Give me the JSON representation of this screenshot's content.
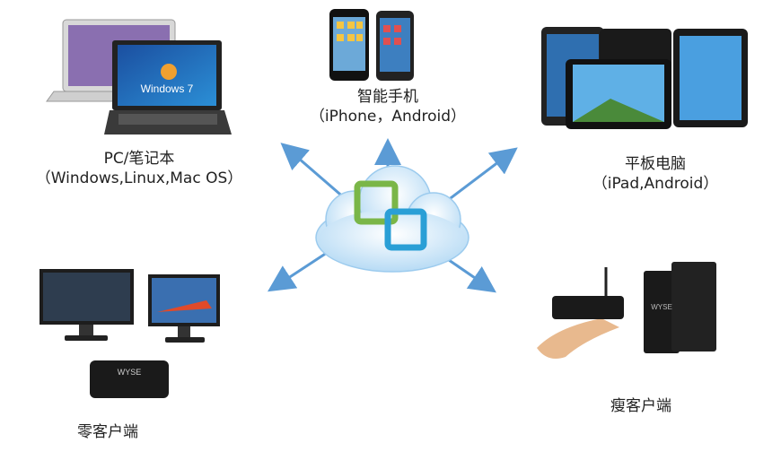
{
  "center": {
    "icon": "cloud-vmware-icon"
  },
  "devices": {
    "pc": {
      "line1": "PC/笔记本",
      "line2": "（Windows,Linux,Mac OS）",
      "screen_text": "Windows 7",
      "icon": "laptop-icon"
    },
    "phone": {
      "line1": "智能手机",
      "line2": "（iPhone，Android）",
      "icon": "smartphone-icon"
    },
    "tablet": {
      "line1": "平板电脑",
      "line2": "（iPad,Android）",
      "icon": "tablet-icon"
    },
    "zero_client": {
      "line1": "零客户端",
      "brand": "WYSE",
      "icon": "zero-client-icon"
    },
    "thin_client": {
      "line1": "瘦客户端",
      "brand": "WYSE",
      "icon": "thin-client-icon"
    }
  },
  "colors": {
    "arrow": "#5b9bd5",
    "cloud": "#cfe6f8",
    "vmware_green": "#7ab648",
    "vmware_blue": "#2a9fd6"
  }
}
